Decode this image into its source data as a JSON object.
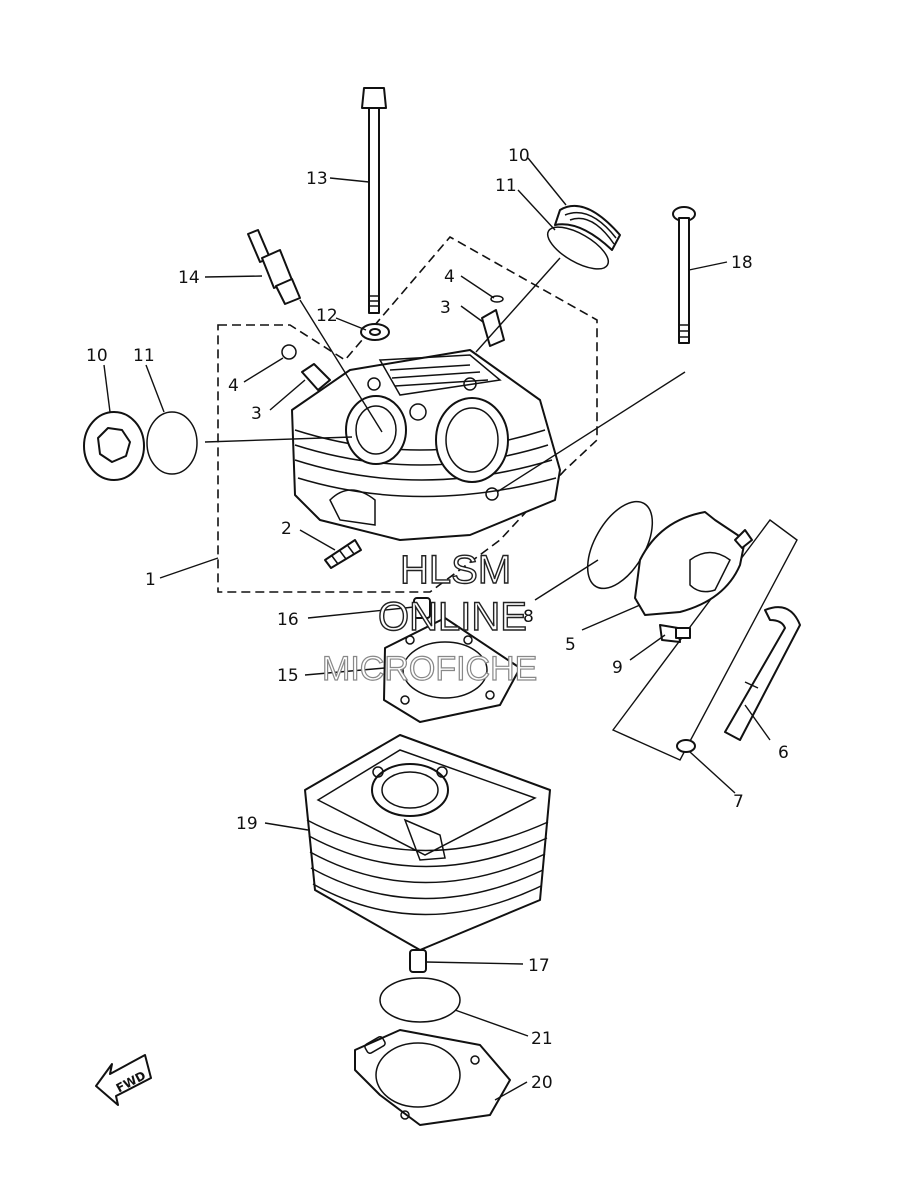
{
  "callouts": [
    {
      "id": "c1",
      "text": "1"
    },
    {
      "id": "c2",
      "text": "2"
    },
    {
      "id": "c3a",
      "text": "3"
    },
    {
      "id": "c3b",
      "text": "3"
    },
    {
      "id": "c4a",
      "text": "4"
    },
    {
      "id": "c4b",
      "text": "4"
    },
    {
      "id": "c5",
      "text": "5"
    },
    {
      "id": "c6",
      "text": "6"
    },
    {
      "id": "c7",
      "text": "7"
    },
    {
      "id": "c8",
      "text": "8"
    },
    {
      "id": "c9",
      "text": "9"
    },
    {
      "id": "c10a",
      "text": "10"
    },
    {
      "id": "c10b",
      "text": "10"
    },
    {
      "id": "c11a",
      "text": "11"
    },
    {
      "id": "c11b",
      "text": "11"
    },
    {
      "id": "c12",
      "text": "12"
    },
    {
      "id": "c13",
      "text": "13"
    },
    {
      "id": "c14",
      "text": "14"
    },
    {
      "id": "c15",
      "text": "15"
    },
    {
      "id": "c16",
      "text": "16"
    },
    {
      "id": "c17",
      "text": "17"
    },
    {
      "id": "c18",
      "text": "18"
    },
    {
      "id": "c19",
      "text": "19"
    },
    {
      "id": "c20",
      "text": "20"
    },
    {
      "id": "c21",
      "text": "21"
    }
  ],
  "watermark": {
    "line1": "HLSM",
    "line2": "ONLINE",
    "line3": "MICROFICHE"
  },
  "fwd_label": "FWD",
  "colors": {
    "ink": "#111111",
    "background": "#ffffff"
  }
}
